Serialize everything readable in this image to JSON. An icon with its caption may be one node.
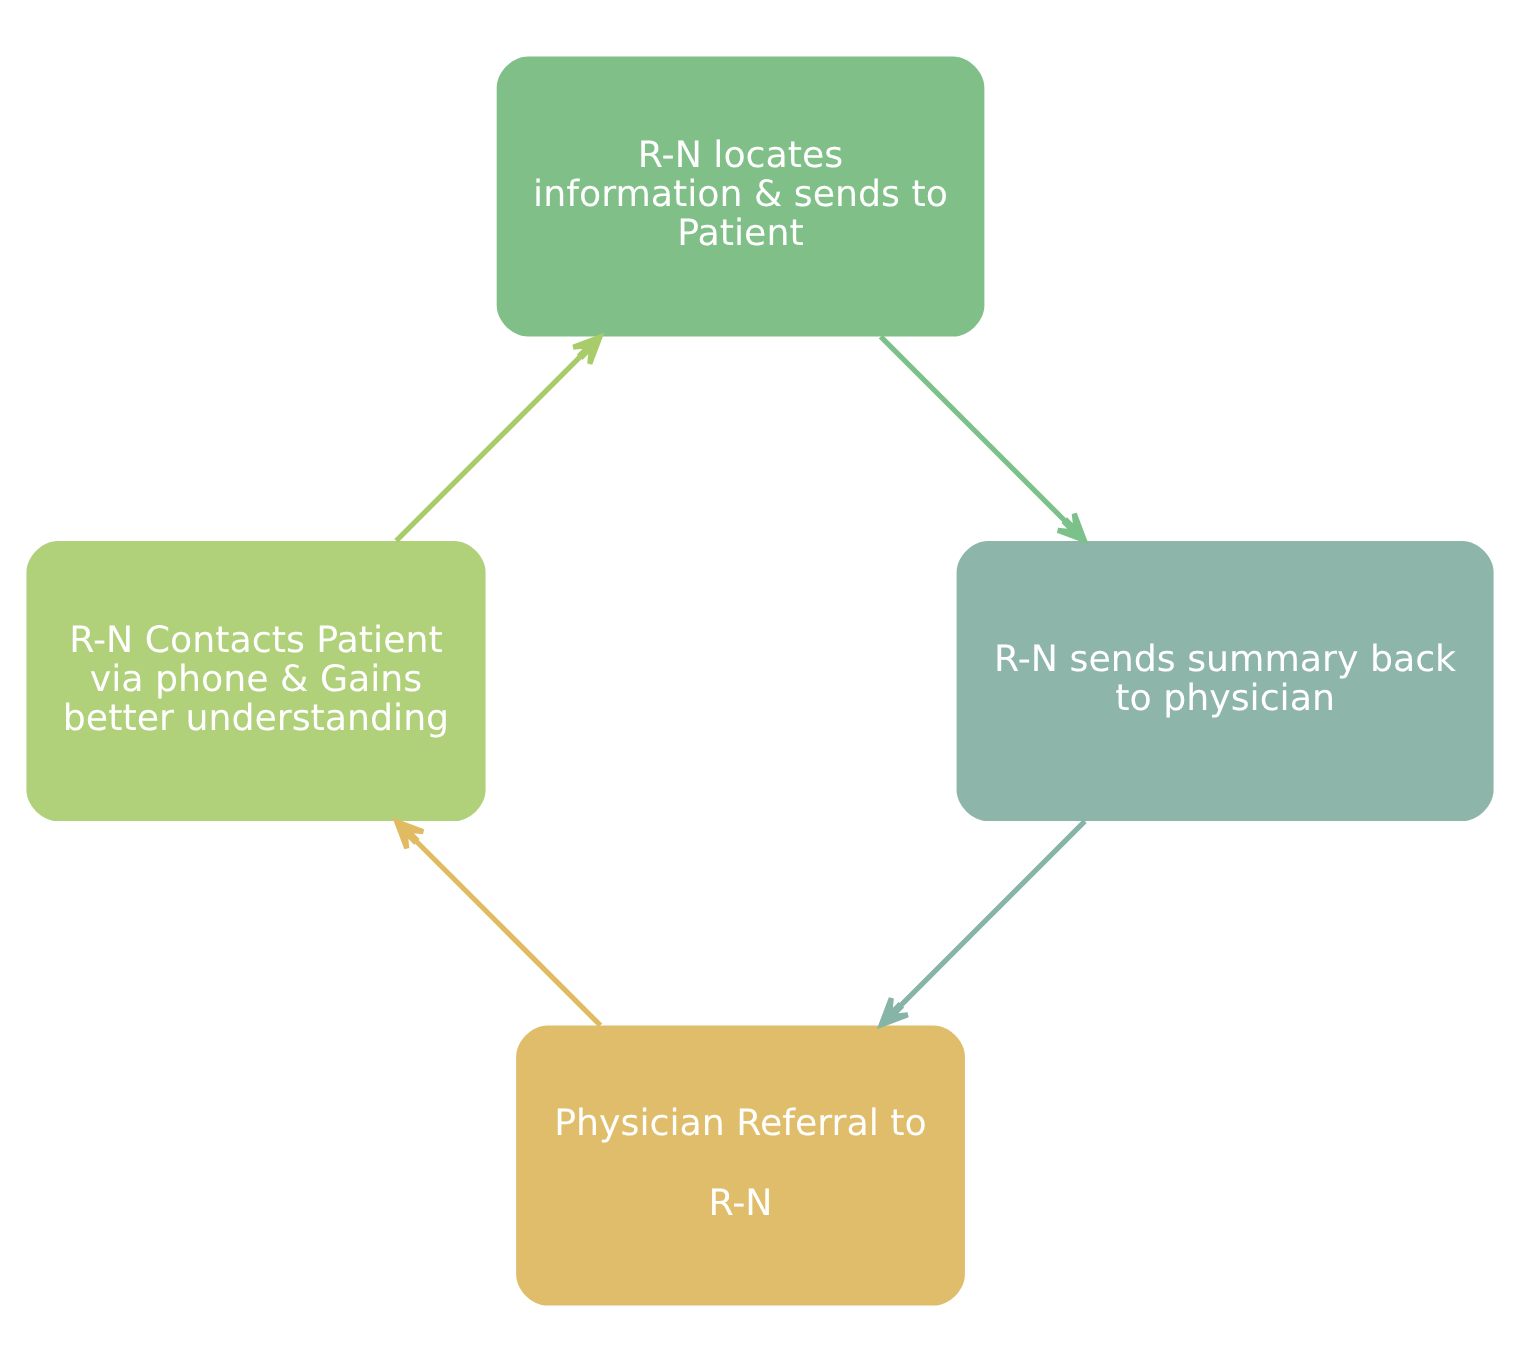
{
  "diagram": {
    "nodes": [
      {
        "text": [
          "Physician Referral to",
          "R-N"
        ]
      },
      {
        "text": [
          "R-N Contacts Patient via phone & Gains better understanding"
        ]
      },
      {
        "text": [
          "R-N locates information & sends to Patient"
        ]
      },
      {
        "text": [
          "R-N sends summary back to physician"
        ]
      }
    ],
    "edges": [
      {
        "from": 0,
        "to": 1,
        "arrow": "to",
        "color": "#e0bb62"
      },
      {
        "from": 1,
        "to": 2,
        "arrow": "to",
        "color": "#a9cc6a"
      },
      {
        "from": 2,
        "to": 3,
        "arrow": "to",
        "color": "#7cc08a"
      },
      {
        "from": 3,
        "to": 0,
        "arrow": "to",
        "color": "#86b5a8"
      }
    ]
  }
}
